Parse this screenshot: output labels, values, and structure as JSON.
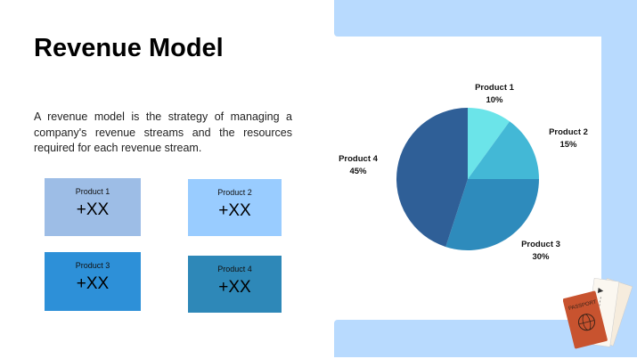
{
  "slide": {
    "title": "Revenue Model",
    "description": "A revenue model is the strategy of managing a company's revenue streams and the resources required for each revenue stream."
  },
  "cards": [
    {
      "label": "Product 1",
      "value": "+XX",
      "color": "#9dbde6"
    },
    {
      "label": "Product 2",
      "value": "+XX",
      "color": "#99ccff"
    },
    {
      "label": "Product 3",
      "value": "+XX",
      "color": "#2d90d8"
    },
    {
      "label": "Product 4",
      "value": "+XX",
      "color": "#2e88b8"
    }
  ],
  "chart_labels": {
    "p1_name": "Product 1",
    "p1_pct": "10%",
    "p2_name": "Product 2",
    "p2_pct": "15%",
    "p3_name": "Product 3",
    "p3_pct": "30%",
    "p4_name": "Product 4",
    "p4_pct": "45%"
  },
  "colors": {
    "band": "#b8dafe",
    "slice1": "#6be4e9",
    "slice2": "#43b8d6",
    "slice3": "#2e8bbc",
    "slice4": "#2f5f97"
  },
  "decoration": {
    "icon": "passport-tickets-icon",
    "passport_text": "PASSPORT"
  },
  "chart_data": {
    "type": "pie",
    "title": "",
    "categories": [
      "Product 1",
      "Product 2",
      "Product 3",
      "Product 4"
    ],
    "values": [
      10,
      15,
      30,
      45
    ],
    "unit": "%",
    "colors": [
      "#6be4e9",
      "#43b8d6",
      "#2e8bbc",
      "#2f5f97"
    ],
    "start_angle": "12 o'clock, clockwise",
    "legend": "none (outside data labels)"
  }
}
